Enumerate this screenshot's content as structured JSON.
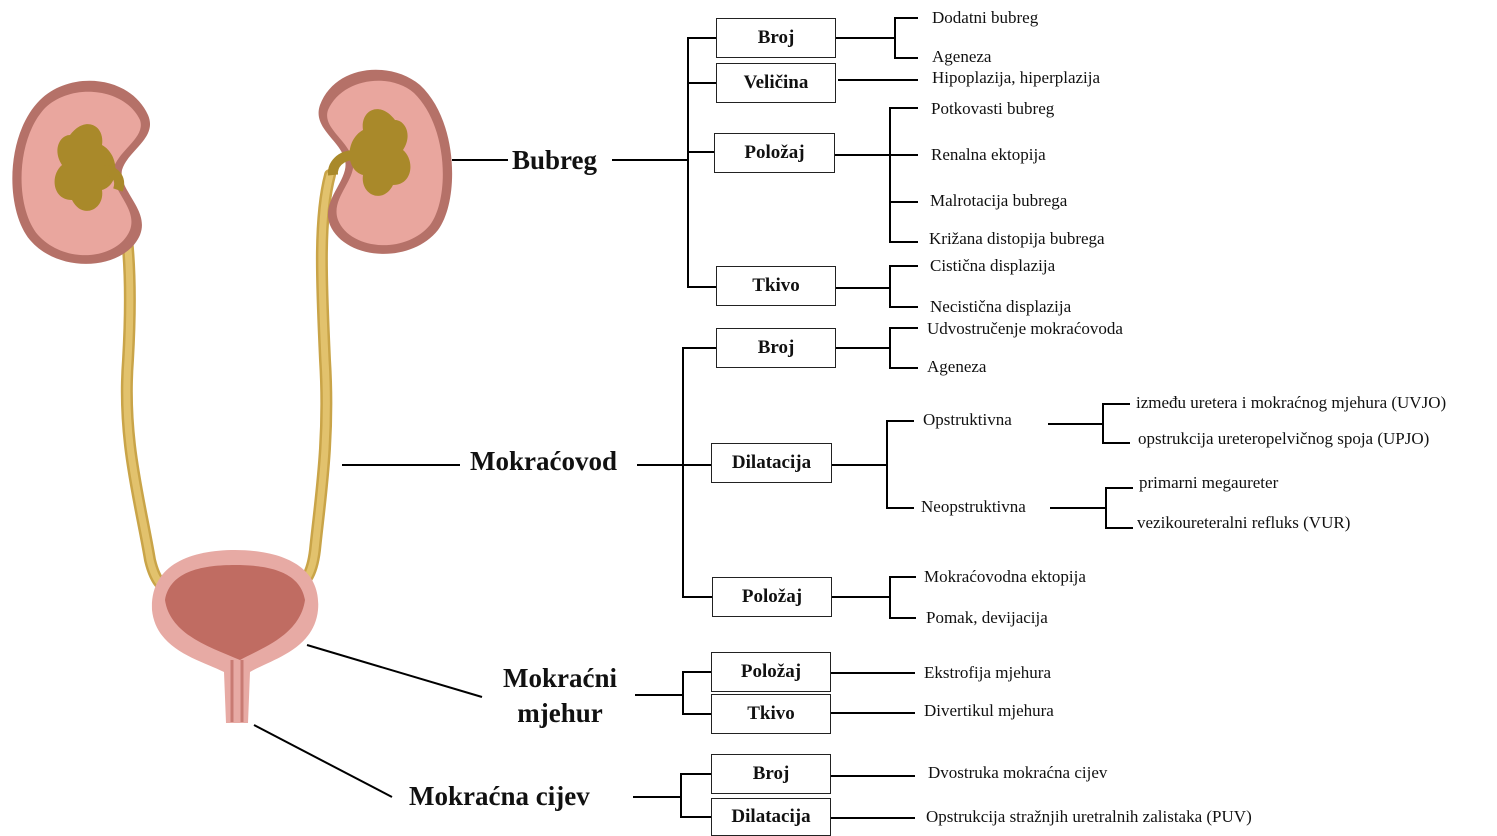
{
  "kidney": {
    "title": "Bubreg",
    "broj": {
      "label": "Broj",
      "items": [
        "Dodatni bubreg",
        "Ageneza"
      ]
    },
    "velicina": {
      "label": "Veličina",
      "items": [
        "Hipoplazija,  hiperplazija"
      ]
    },
    "polozaj": {
      "label": "Položaj",
      "items": [
        "Potkovasti bubreg",
        "Renalna ektopija",
        "Malrotacija  bubrega",
        "Križana distopija bubrega"
      ]
    },
    "tkivo": {
      "label": "Tkivo",
      "items": [
        "Cistična displazija",
        "Necistična displazija"
      ]
    }
  },
  "ureter": {
    "title": "Mokraćovod",
    "broj": {
      "label": "Broj",
      "items": [
        "Udvostručenje mokraćovoda",
        "Ageneza"
      ]
    },
    "dilatacija": {
      "label": "Dilatacija",
      "opstruktivna": {
        "label": "Opstruktivna",
        "items": [
          "između uretera i mokraćnog mjehura (UVJO)",
          "opstrukcija ureteropelvičnog spoja (UPJO)"
        ]
      },
      "neopstruktivna": {
        "label": "Neopstruktivna",
        "items": [
          "primarni megaureter",
          "vezikoureteralni  refluks (VUR)"
        ]
      }
    },
    "polozaj": {
      "label": "Položaj",
      "items": [
        "Mokraćovodna ektopija",
        "Pomak, devijacija"
      ]
    }
  },
  "bladder": {
    "title_line1": "Mokraćni",
    "title_line2": "mjehur",
    "polozaj": {
      "label": "Položaj",
      "items": [
        "Ekstrofija mjehura"
      ]
    },
    "tkivo": {
      "label": "Tkivo",
      "items": [
        "Divertikul  mjehura"
      ]
    }
  },
  "urethra": {
    "title": "Mokraćna cijev",
    "broj": {
      "label": "Broj",
      "items": [
        "Dvostruka mokraćna cijev"
      ]
    },
    "dilatacija": {
      "label": "Dilatacija",
      "items": [
        "Opstrukcija stražnjih uretralnih zalistaka (PUV)"
      ]
    }
  },
  "colors": {
    "kidney_outer": "#c98a84",
    "kidney_tissue": "#e9a69e",
    "pelvis": "#b39328",
    "ureter": "#d8b860",
    "bladder_outer": "#e5a8a3",
    "bladder_inner": "#c57064"
  }
}
